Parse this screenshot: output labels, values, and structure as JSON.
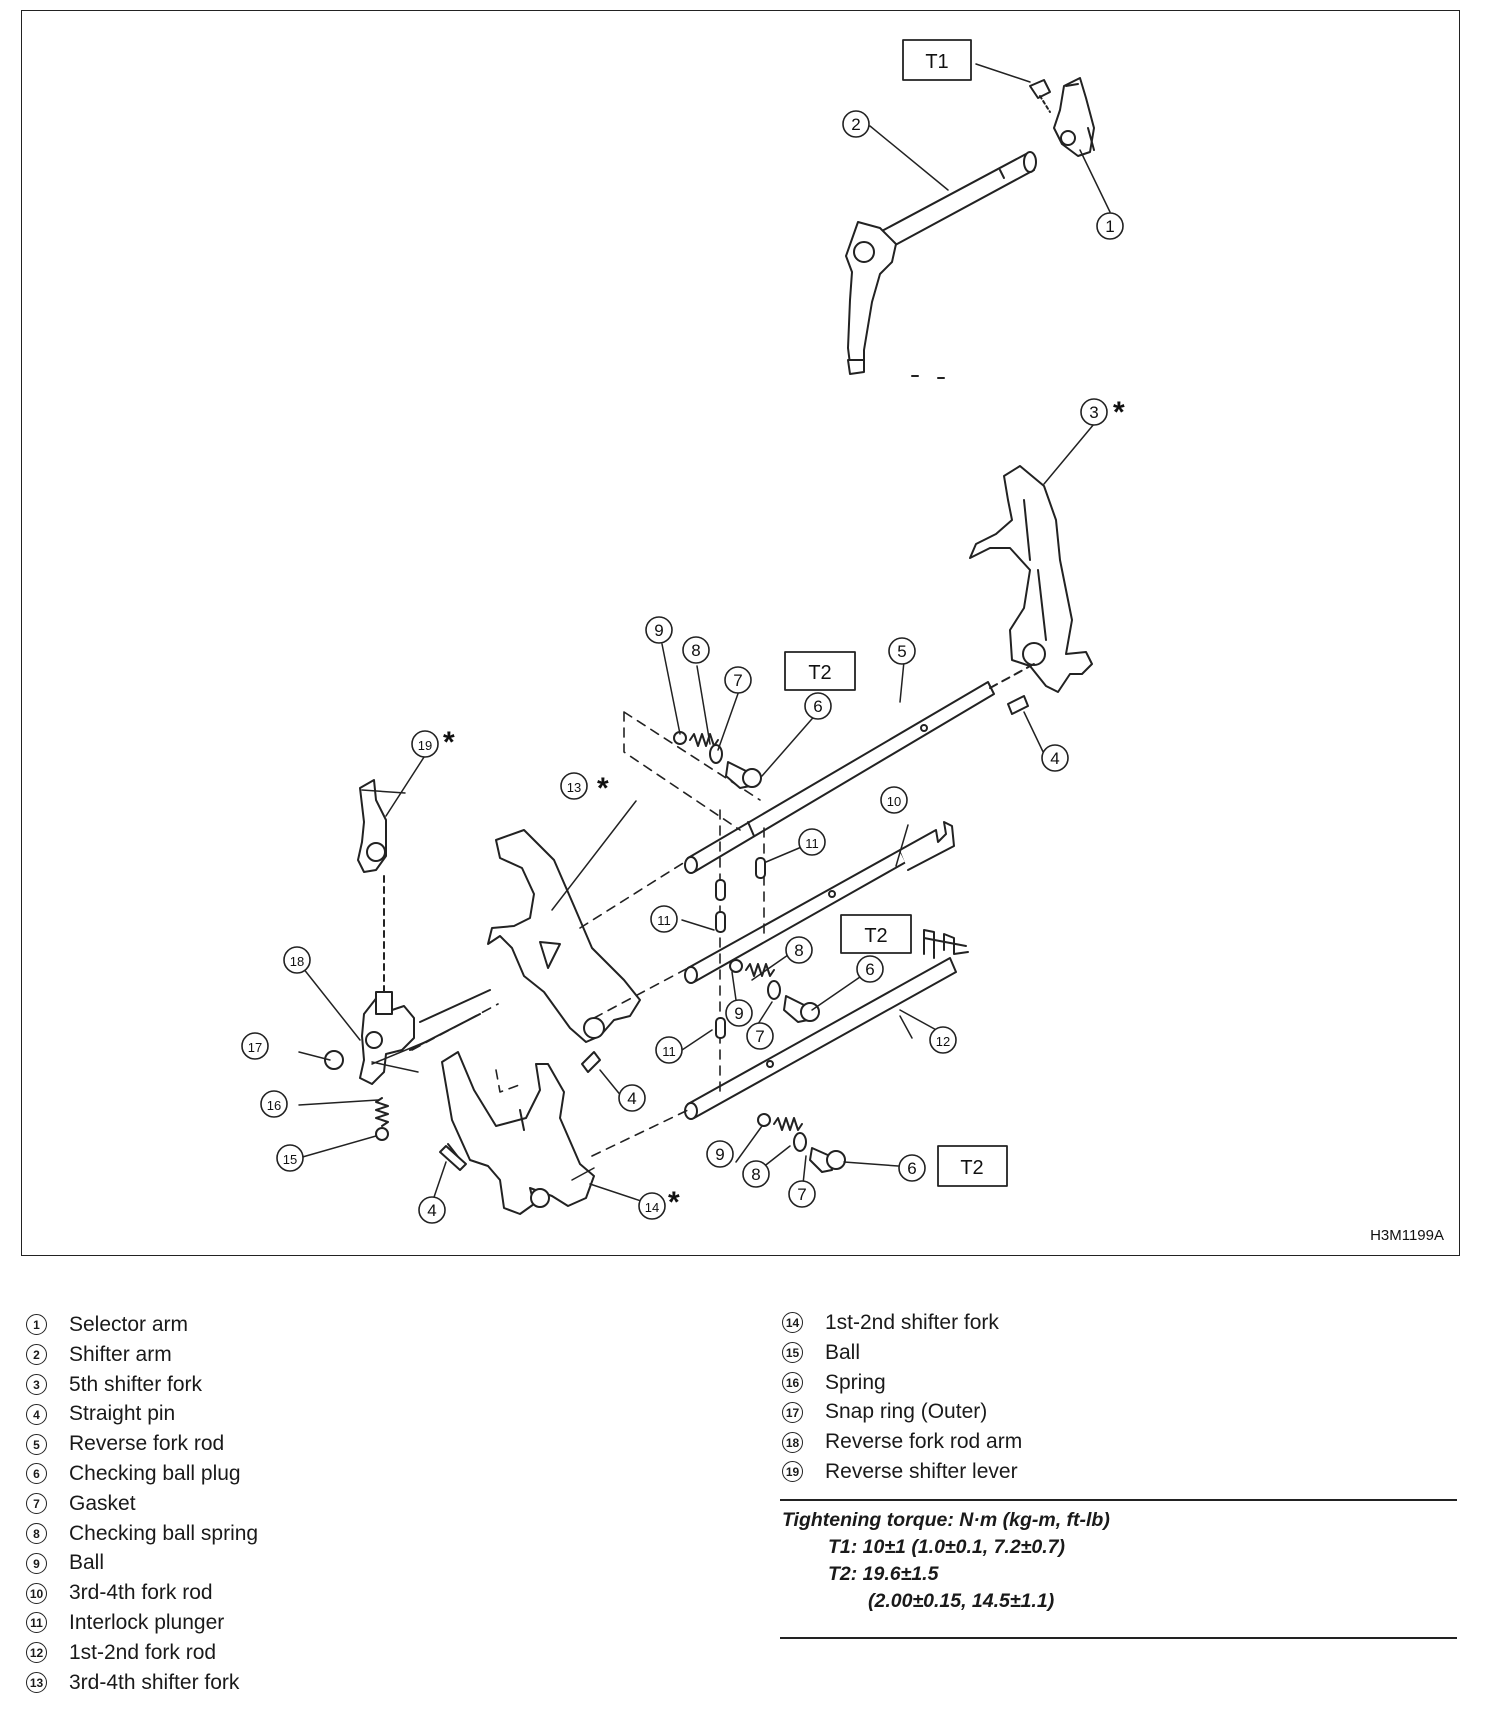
{
  "figure_code": "H3M1199A",
  "torque_boxes": {
    "t1": "T1",
    "t2": "T2"
  },
  "asterisk": "*",
  "callouts": [
    "1",
    "2",
    "3",
    "4",
    "5",
    "6",
    "7",
    "8",
    "9",
    "10",
    "11",
    "12",
    "13",
    "14",
    "15",
    "16",
    "17",
    "18",
    "19"
  ],
  "legend_left": [
    {
      "num": "1",
      "label": "Selector arm"
    },
    {
      "num": "2",
      "label": "Shifter arm"
    },
    {
      "num": "3",
      "label": "5th shifter fork"
    },
    {
      "num": "4",
      "label": "Straight pin"
    },
    {
      "num": "5",
      "label": "Reverse fork rod"
    },
    {
      "num": "6",
      "label": "Checking ball plug"
    },
    {
      "num": "7",
      "label": "Gasket"
    },
    {
      "num": "8",
      "label": "Checking ball spring"
    },
    {
      "num": "9",
      "label": "Ball"
    },
    {
      "num": "10",
      "label": "3rd-4th fork rod"
    },
    {
      "num": "11",
      "label": "Interlock plunger"
    },
    {
      "num": "12",
      "label": "1st-2nd fork rod"
    },
    {
      "num": "13",
      "label": "3rd-4th shifter fork"
    }
  ],
  "legend_right": [
    {
      "num": "14",
      "label": "1st-2nd shifter fork"
    },
    {
      "num": "15",
      "label": "Ball"
    },
    {
      "num": "16",
      "label": "Spring"
    },
    {
      "num": "17",
      "label": "Snap ring (Outer)"
    },
    {
      "num": "18",
      "label": "Reverse fork rod arm"
    },
    {
      "num": "19",
      "label": "Reverse shifter lever"
    }
  ],
  "torque": {
    "heading": "Tightening torque: N·m (kg-m, ft-lb)",
    "t1": "T1: 10±1 (1.0±0.1, 7.2±0.7)",
    "t2": "T2: 19.6±1.5",
    "t2_detail": "(2.00±0.15, 14.5±1.1)"
  }
}
